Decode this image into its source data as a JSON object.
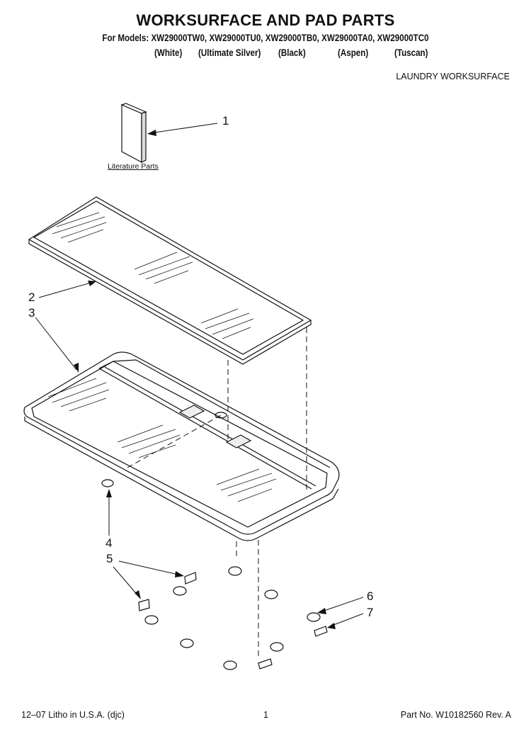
{
  "header": {
    "title": "WORKSURFACE AND PAD PARTS",
    "models": "For Models: XW29000TW0, XW29000TU0, XW29000TB0, XW29000TA0, XW29000TC0",
    "finishes": [
      "(White)",
      "(Ultimate Silver)",
      "(Black)",
      "(Aspen)",
      "(Tuscan)"
    ],
    "section": "LAUNDRY WORKSURFACE"
  },
  "diagram": {
    "literature_label": "Literature Parts",
    "callouts": [
      "1",
      "2",
      "3",
      "4",
      "5",
      "6",
      "7"
    ]
  },
  "footer": {
    "litho": "12–07 Litho in U.S.A. (djc)",
    "page": "1",
    "part_no": "Part No. W10182560 Rev. A"
  }
}
